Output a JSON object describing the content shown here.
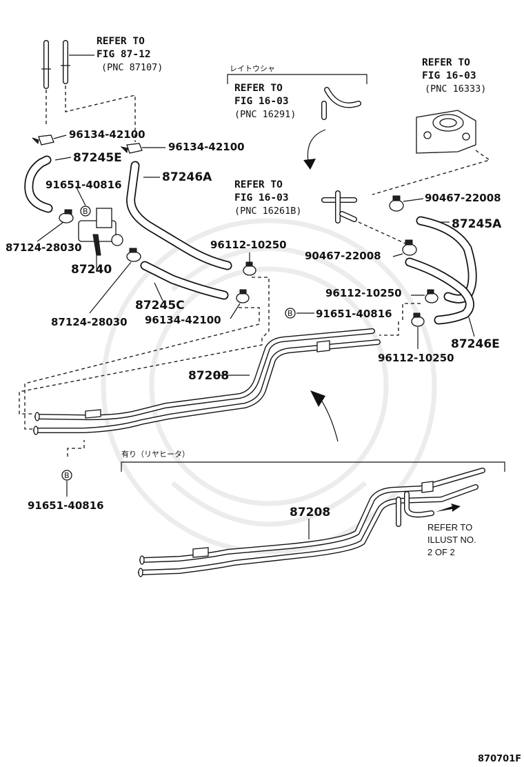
{
  "references": {
    "fig_87_12": {
      "line1": "REFER TO",
      "line2": "FIG 87-12",
      "line3": "(PNC 87107)"
    },
    "fig_16_03_a": {
      "line1": "REFER TO",
      "line2": "FIG 16-03",
      "line3": "(PNC 16291)"
    },
    "fig_16_03_b": {
      "line1": "REFER TO",
      "line2": "FIG 16-03",
      "line3": "(PNC 16261B)"
    },
    "fig_16_03_c": {
      "line1": "REFER TO",
      "line2": "FIG 16-03",
      "line3": "(PNC 16333)"
    }
  },
  "jp_labels": {
    "radiator": "レイトウシャ",
    "rear_heater": "有り（リヤヒータ）"
  },
  "parts": {
    "clip_96134_a": "96134-42100",
    "clip_96134_b": "96134-42100",
    "clip_96134_c": "96134-42100",
    "hose_87245E": "87245E",
    "hose_87246A": "87246A",
    "bolt_91651_a": "91651-40816",
    "bolt_91651_b": "91651-40816",
    "bolt_91651_c": "91651-40816",
    "clamp_87124_a": "87124-28030",
    "clamp_87124_b": "87124-28030",
    "valve_87240": "87240",
    "clamp_96112_a": "96112-10250",
    "clamp_96112_b": "96112-10250",
    "clamp_96112_c": "96112-10250",
    "hose_87245C": "87245C",
    "clamp_90467_a": "90467-22008",
    "clamp_90467_b": "90467-22008",
    "hose_87245A": "87245A",
    "hose_87246E": "87246E",
    "pipe_87208_a": "87208",
    "pipe_87208_b": "87208"
  },
  "bolt_symbol": "B",
  "refer_illust": {
    "line1": "REFER TO",
    "line2": "ILLUST NO.",
    "line3": "2 OF 2"
  },
  "figure_number": "870701F"
}
